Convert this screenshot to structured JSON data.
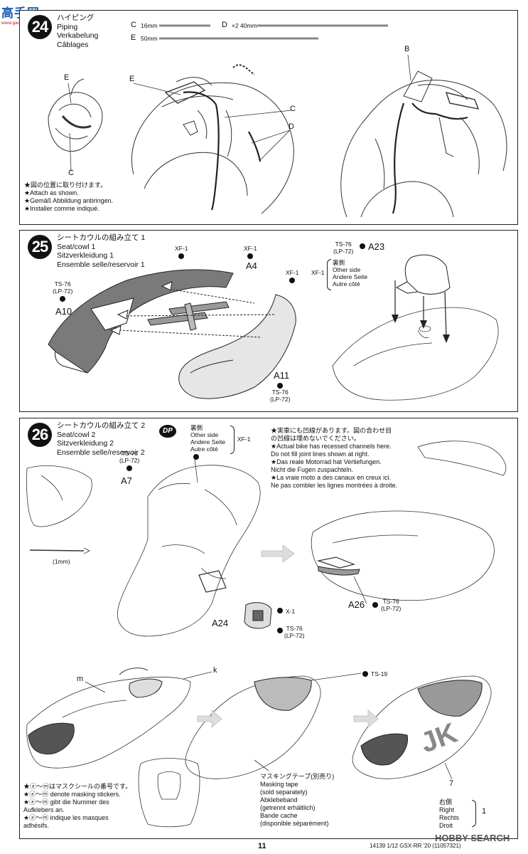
{
  "watermark": {
    "top": "高手网",
    "bottom": "www.gaoshou.net"
  },
  "step24": {
    "number": "24",
    "title": [
      "ハイピング",
      "Piping",
      "Verkabelung",
      "Câblages"
    ],
    "pipes": {
      "c": "C",
      "c_len": "16mm",
      "d": "D",
      "d_len": "×2 40mm",
      "e": "E",
      "e_len": "50mm"
    },
    "labels": {
      "e1": "E",
      "c1": "C",
      "e2": "E",
      "c2": "C",
      "d": "D",
      "b": "B"
    },
    "notes": [
      "★図の位置に取り付けます。",
      "★Attach as shown.",
      "★Gemäß Abbildung anbringen.",
      "★Installer comme indiqué."
    ]
  },
  "step25": {
    "number": "25",
    "title": [
      "シートカウルの組み立て 1",
      "Seat/cowl 1",
      "Sitzverkleidung 1",
      "Ensemble selle/reservoir 1"
    ],
    "xf1a": "XF-1",
    "xf1b": "XF-1",
    "xf1c": "XF-1",
    "xf1d": "XF-1",
    "a4": "A4",
    "a10": "A10",
    "a11": "A11",
    "a23": "A23",
    "ts76a": "TS-76",
    "lp72a": "(LP-72)",
    "ts76b": "TS-76",
    "lp72b": "(LP-72)",
    "ts76c": "TS-76",
    "lp72c": "(LP-72)",
    "other_side": [
      "裏側",
      "Other side",
      "Andere Seite",
      "Autre côté"
    ]
  },
  "step26": {
    "number": "26",
    "title": [
      "シートカウルの組み立て 2",
      "Seat/cowl 2",
      "Sitzverkleidung 2",
      "Ensemble selle/reservoir 2"
    ],
    "dp": "DP",
    "other_side": [
      "裏側",
      "Other side",
      "Andere Seite",
      "Autre côté"
    ],
    "xf1": "XF-1",
    "ts76a": "TS-76",
    "lp72a": "(LP-72)",
    "a7": "A7",
    "drill": "(1mm)",
    "notes": [
      "★実車にも凹線があります。図の合わせ目",
      "の凹線は埋めないでください。",
      "★Actual bike has recessed channels here.",
      "Do not fill joint lines shown at right.",
      "★Das reale Motorrad hat Vertiefungen.",
      "Nicht die Fugen zuspachteln.",
      "★La vraie moto a des canaux en creux ici.",
      "Ne pas combler les lignes montrées à droite."
    ],
    "a26": "A26",
    "ts76b": "TS-76",
    "lp72b": "(LP-72)",
    "a24": "A24",
    "x1": "X-1",
    "ts76c": "TS-76",
    "lp72c": "(LP-72)",
    "m": "m",
    "k": "k",
    "ts19": "TS-19",
    "seven": "7",
    "mask_notes": [
      "★ⓐ～ⓜはマスクシールの番号です。",
      "★ⓐ～ⓜ denote masking stickers.",
      "★ⓐ～ⓜ gibt die Nummer des",
      "Aufklebers an.",
      "★ⓐ～ⓜ indique les masques",
      "adhésifs."
    ],
    "tape": [
      "マスキングテープ(別売り)",
      "Masking tape",
      "(sold separately)",
      "Abklebeband",
      "(getrennt erhältlich)",
      "Bande cache",
      "(disponible séparément)"
    ],
    "right": [
      "右側",
      "Right",
      "Rechts",
      "Droit"
    ],
    "one": "1"
  },
  "footer": {
    "page": "11",
    "code": "14139 1/12 GSX-RR '20 (11057321)",
    "brand": "HOBBY SEARCH"
  }
}
